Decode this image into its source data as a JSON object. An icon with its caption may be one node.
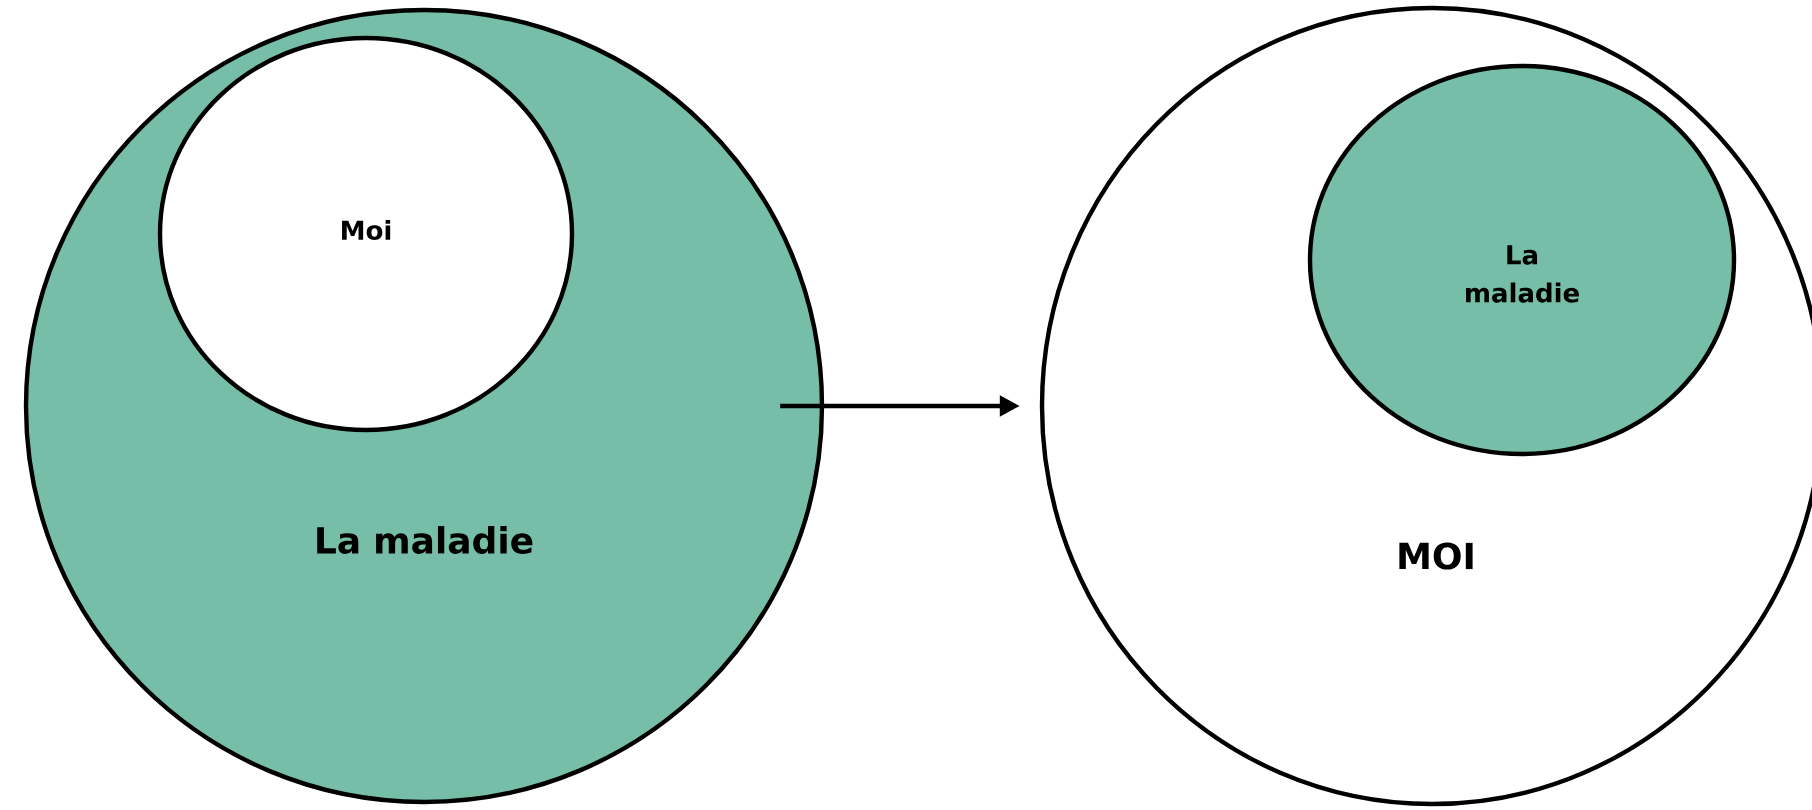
{
  "diagram": {
    "nodes": [
      {
        "text": [
          "La maladie"
        ]
      },
      {
        "text": [
          "Moi"
        ],
        "in": 0
      },
      {
        "text": [
          "MOI"
        ]
      },
      {
        "text": [
          "La maladie"
        ],
        "in": 2
      }
    ],
    "edges": [
      {
        "from": 0,
        "to": 2,
        "arrow": "to"
      }
    ]
  }
}
